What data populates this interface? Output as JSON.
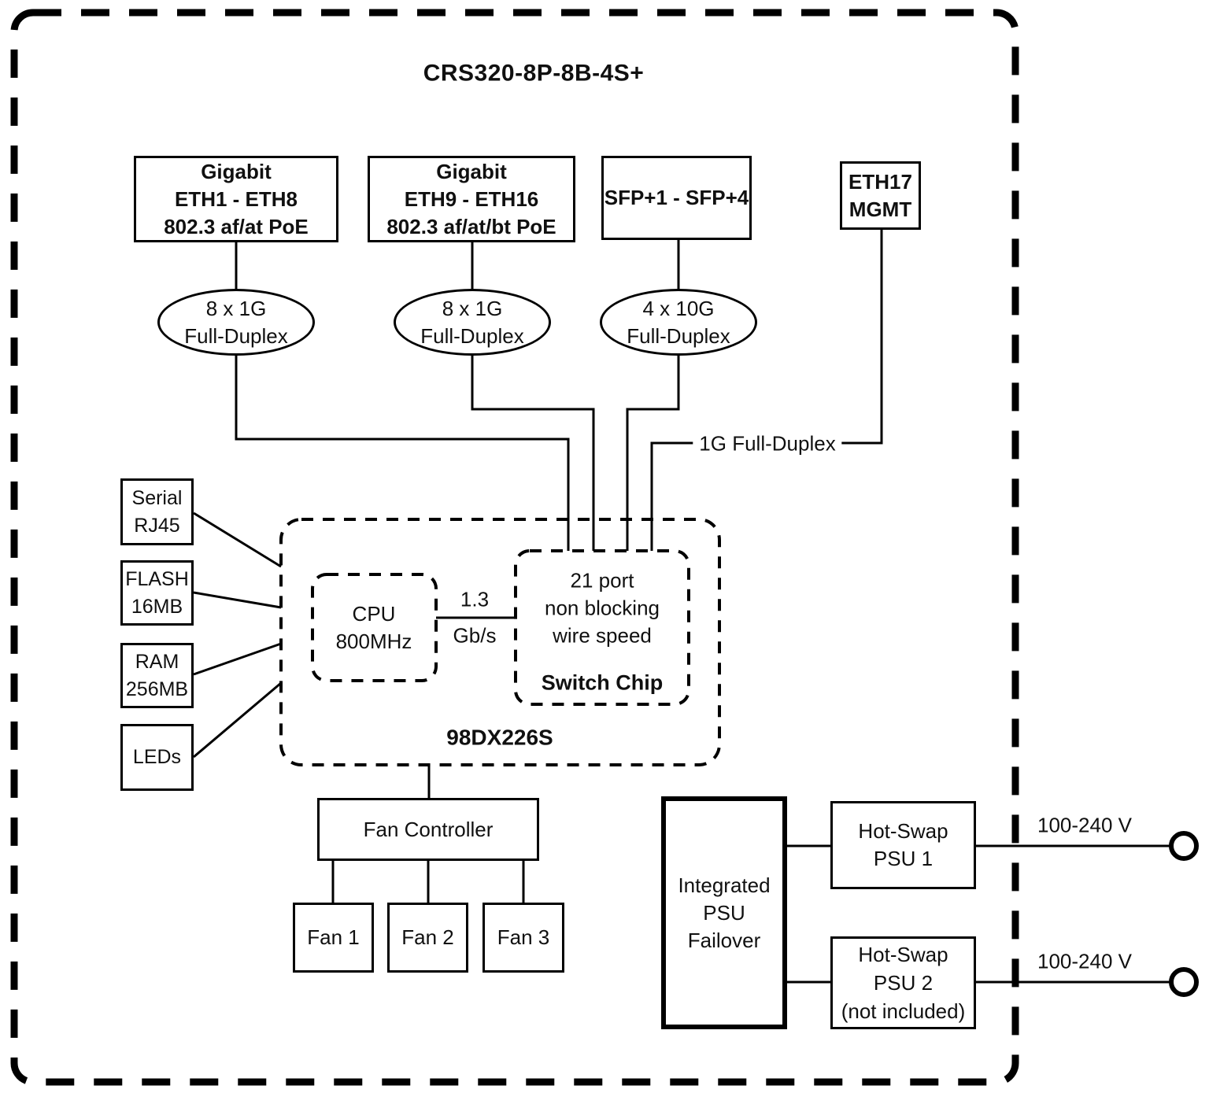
{
  "device": {
    "title": "CRS320-8P-8B-4S+",
    "soc_name": "98DX226S"
  },
  "port_groups": [
    {
      "box": "Gigabit\nETH1 - ETH8\n802.3 af/at PoE",
      "capacity": "8 x 1G\nFull-Duplex"
    },
    {
      "box": "Gigabit\nETH9 - ETH16\n802.3 af/at/bt PoE",
      "capacity": "8 x 1G\nFull-Duplex"
    },
    {
      "box": "SFP+1 - SFP+4",
      "capacity": "4 x 10G\nFull-Duplex"
    },
    {
      "box": "ETH17\nMGMT"
    }
  ],
  "links": {
    "mgmt": "1G Full-Duplex",
    "cpu_rate_top": "1.3",
    "cpu_rate_bottom": "Gb/s"
  },
  "peripherals": [
    {
      "label": "Serial\nRJ45"
    },
    {
      "label": "FLASH\n16MB"
    },
    {
      "label": "RAM\n256MB"
    },
    {
      "label": "LEDs"
    }
  ],
  "soc": {
    "cpu": "CPU\n800MHz",
    "switch_desc": "21 port\nnon blocking\nwire speed",
    "switch_name": "Switch Chip"
  },
  "cooling": {
    "controller": "Fan Controller",
    "fans": [
      "Fan 1",
      "Fan 2",
      "Fan 3"
    ]
  },
  "power": {
    "failover": "Integrated\nPSU\nFailover",
    "psu1": "Hot-Swap\nPSU 1",
    "psu2": "Hot-Swap\nPSU 2\n(not included)",
    "ac_input_1": "100-240 V",
    "ac_input_2": "100-240 V"
  }
}
